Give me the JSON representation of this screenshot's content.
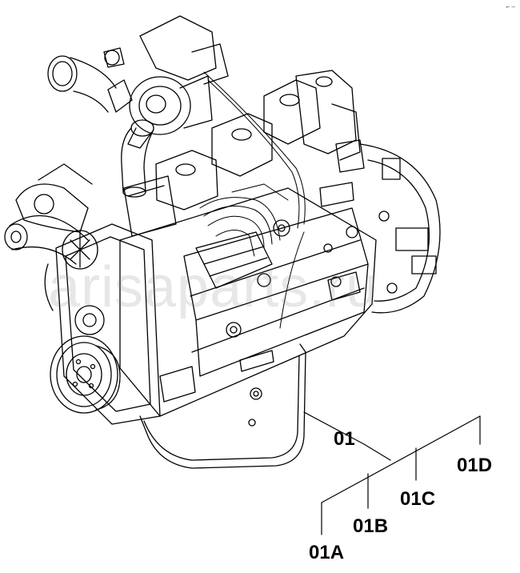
{
  "corner_mark": "⌐ ‒",
  "watermark": "arisaparts.ru",
  "callouts": {
    "c01": "01",
    "c01a": "01A",
    "c01b": "01B",
    "c01c": "01C",
    "c01d": "01D"
  },
  "colors": {
    "ink": "#000000",
    "paper": "#ffffff"
  }
}
